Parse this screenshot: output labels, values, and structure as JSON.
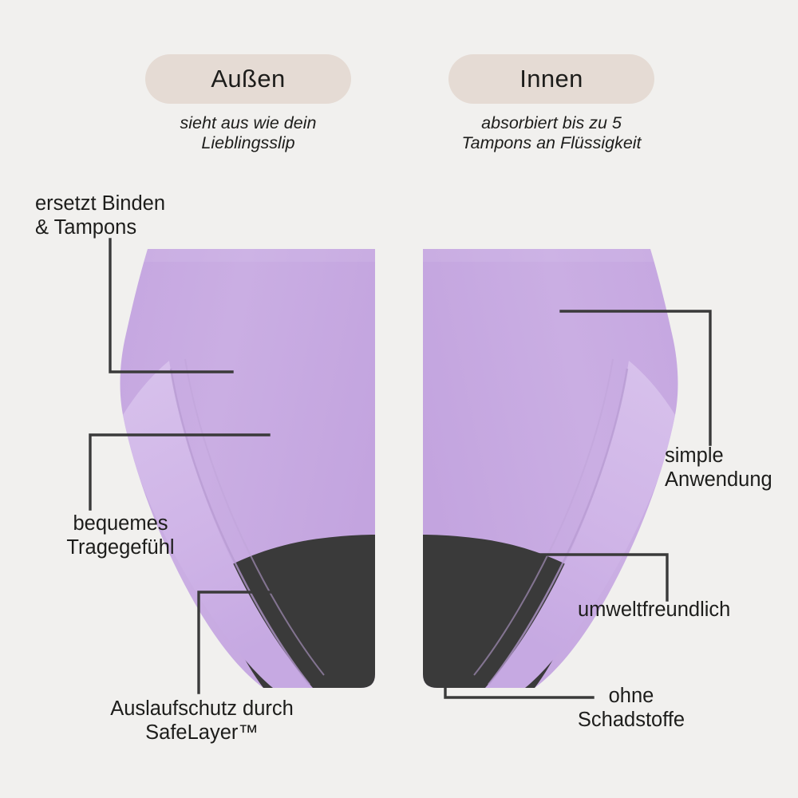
{
  "background_color": "#f1f0ee",
  "colors": {
    "background": "#f1f0ee",
    "badge": "#e5dbd4",
    "fabric_lavender": "#c9abe2",
    "fabric_lavender_shade": "#bb9dd6",
    "gusset_dark": "#3a3a3a",
    "text": "#1d1d1b",
    "leader_line": "#3a3a3a"
  },
  "header": {
    "left": {
      "badge_label": "Außen",
      "subtitle": "sieht aus wie dein\nLieblingsslip"
    },
    "right": {
      "badge_label": "Innen",
      "subtitle": "absorbiert bis zu 5\nTampons an Flüssigkeit"
    }
  },
  "callouts": {
    "ersetzt": "ersetzt Binden\n& Tampons",
    "bequemes": "bequemes\nTragegefühl",
    "auslaufschutz": "Auslaufschutz durch\nSafeLayer™",
    "simple": "simple\nAnwendung",
    "umweltfreundlich": "umweltfreundlich",
    "ohne_schadstoffe": "ohne\nSchadstoffe"
  }
}
